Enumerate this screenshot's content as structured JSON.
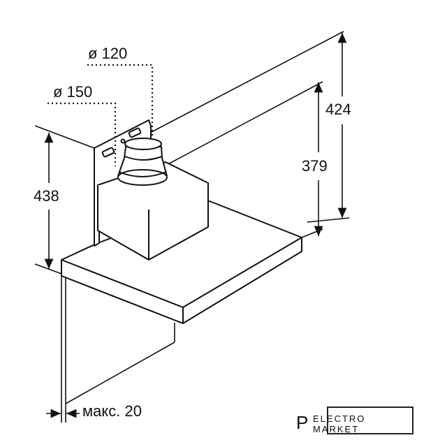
{
  "dimensions": {
    "duct_small": "ø 120",
    "duct_large": "ø 150",
    "height_left": "438",
    "height_total": "424",
    "height_inner": "379",
    "wall_gap": "макс. 20"
  },
  "watermark": {
    "letter": "P",
    "brand": "ELECTRO MARKET"
  }
}
